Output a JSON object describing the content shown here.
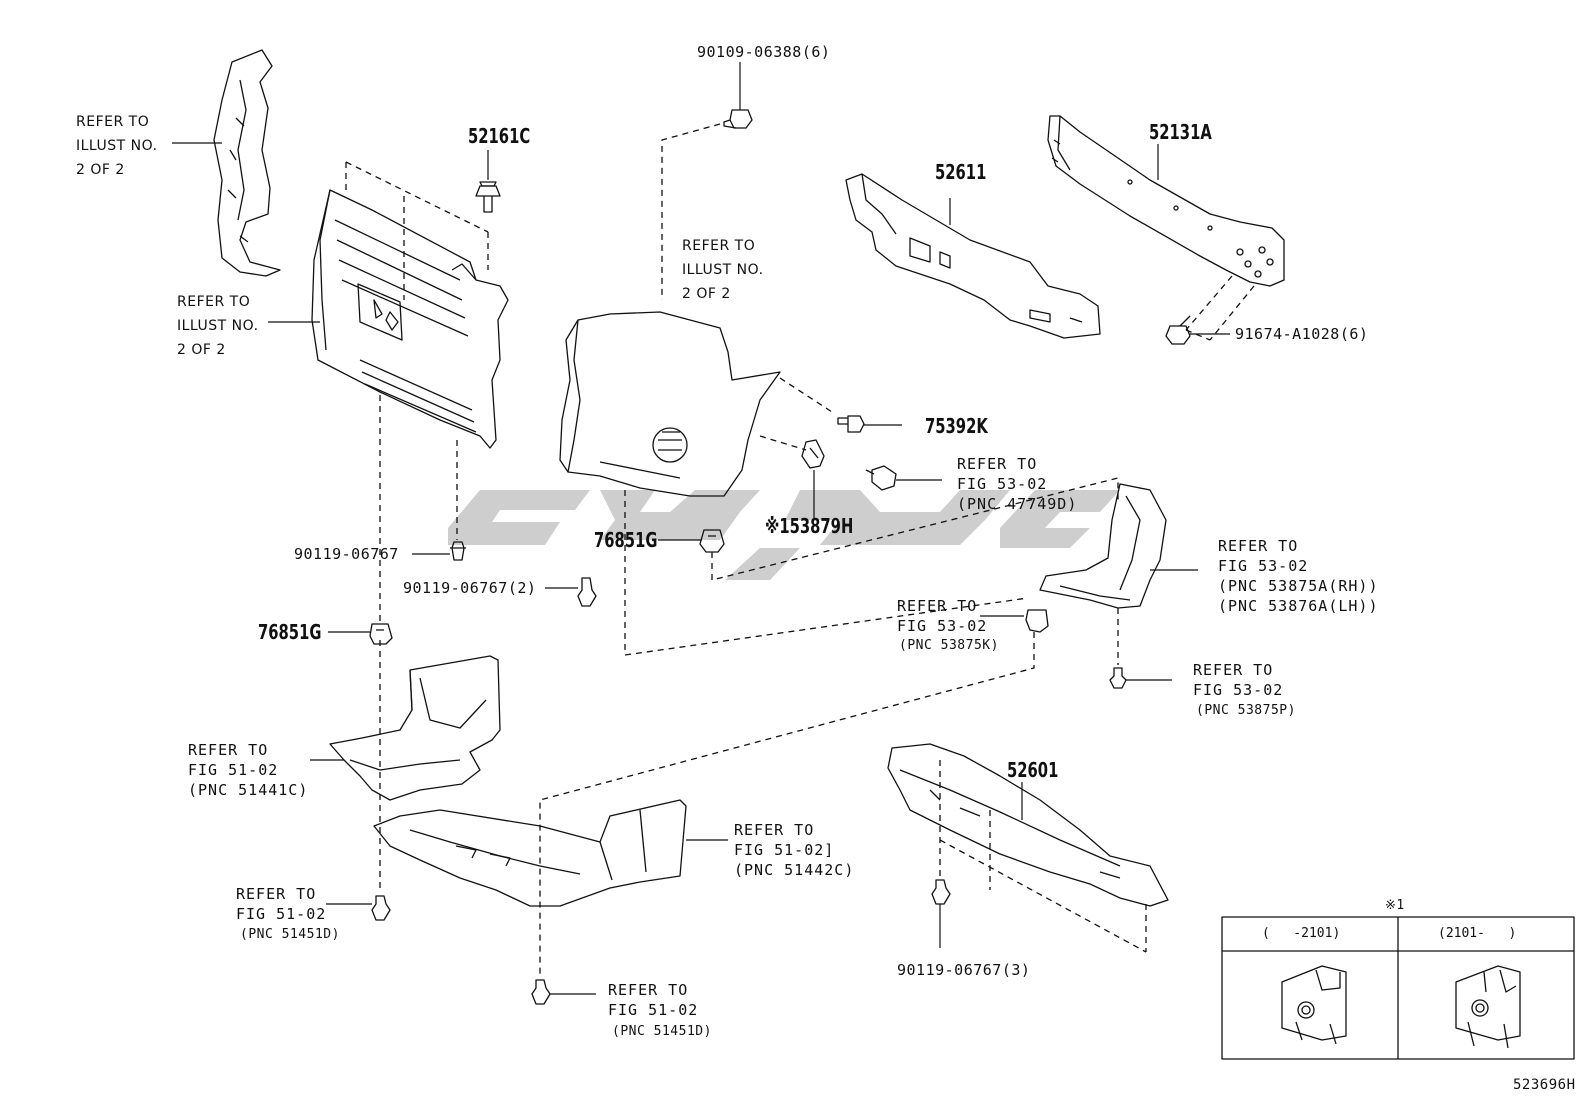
{
  "diagram_id": "523696H",
  "parts": {
    "p52161C": "52161C",
    "p52611": "52611",
    "p52131A": "52131A",
    "p90109": "90109-06388(6)",
    "p91674": "91674-A1028(6)",
    "p75392K": "75392K",
    "p53879H": "※153879H",
    "p76851G_a": "76851G",
    "p76851G_b": "76851G",
    "p90119_a": "90119-06767",
    "p90119_b": "90119-06767(2)",
    "p90119_c": "90119-06767(3)",
    "p52601": "52601"
  },
  "refs": {
    "r_top_left": "REFER TO\nILLUST NO.\n2 OF 2",
    "r_grille": "REFER TO\nILLUST NO.\n2 OF 2",
    "r_bumper": "REFER TO\nILLUST NO.\n2 OF 2",
    "r_47749": "REFER TO\nFIG 53-02\n(PNC 47749D)",
    "r_53875A": "REFER TO\nFIG 53-02\n(PNC 53875A(RH))\n(PNC 53876A(LH))",
    "r_53875K_head": "REFER TO\nFIG 53-02",
    "r_53875K_pnc": "(PNC 53875K)",
    "r_53875P_head": "REFER TO\nFIG 53-02",
    "r_53875P_pnc": "(PNC 53875P)",
    "r_51441C": "REFER TO\nFIG 51-02\n(PNC 51441C)",
    "r_51442C": "REFER TO\nFIG 51-02]\n(PNC 51442C)",
    "r_51451D_a_head": "REFER TO\nFIG 51-02",
    "r_51451D_a_pnc": "(PNC 51451D)",
    "r_51451D_b_head": "REFER TO\nFIG 51-02",
    "r_51451D_b_pnc": "(PNC 51451D)"
  },
  "inset": {
    "mark": "※1",
    "left_header": "(   -2101)",
    "right_header": "(2101-   )"
  },
  "watermark_color": "#c8c8c8",
  "line_color": "#111111"
}
